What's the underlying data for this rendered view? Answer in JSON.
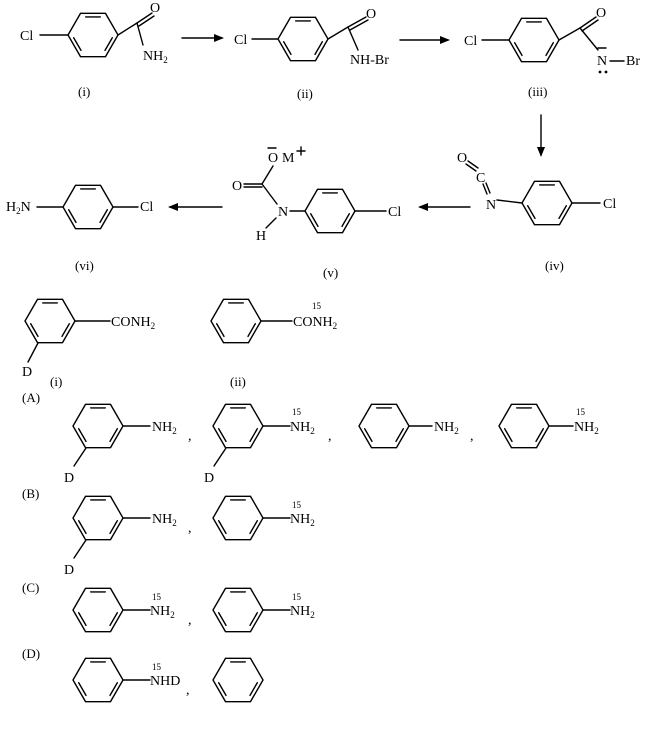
{
  "reaction": {
    "captions": [
      "(i)",
      "(ii)",
      "(iii)",
      "(iv)",
      "(v)",
      "(vi)"
    ],
    "atoms": {
      "cl": "Cl",
      "o": "O",
      "nh2_n": "NH",
      "sub2": "2",
      "nhbr": "NH-Br",
      "n": "N",
      "br": "Br",
      "c": "C",
      "m": "M",
      "h": "H",
      "h2n": "H",
      "h2n_n": "N"
    }
  },
  "substrates": {
    "captions": [
      "(i)",
      "(ii)"
    ],
    "group_i": "CONH",
    "group_ii": "CONH",
    "sub2": "2",
    "deuterium": "D",
    "isotope": "15"
  },
  "options": [
    {
      "label": "(A)"
    },
    {
      "label": "(B)"
    },
    {
      "label": "(C)"
    },
    {
      "label": "(D)"
    }
  ],
  "products": {
    "nh": "NH",
    "sub2": "2",
    "nhd": "NHD",
    "isotope": "15",
    "deuterium": "D",
    "comma": ","
  }
}
